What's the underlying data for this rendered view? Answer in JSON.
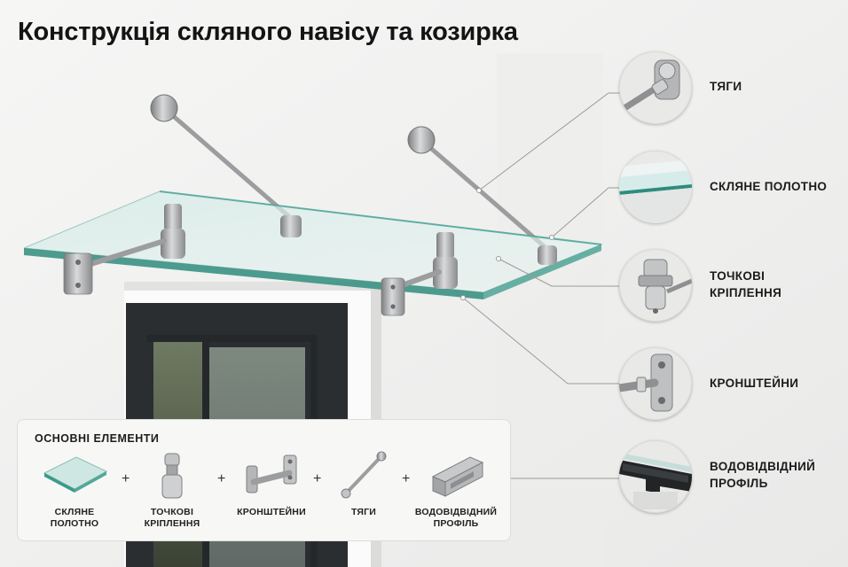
{
  "title": "Конструкція скляного навісу та козирка",
  "callouts": [
    {
      "icon": "tie-rod-icon",
      "label": "ТЯГИ"
    },
    {
      "icon": "glass-panel-icon",
      "label": "СКЛЯНЕ ПОЛОТНО"
    },
    {
      "icon": "point-fixing-icon",
      "label": "ТОЧКОВІ\nКРІПЛЕННЯ"
    },
    {
      "icon": "bracket-icon",
      "label": "КРОНШТЕЙНИ"
    },
    {
      "icon": "drain-profile-icon",
      "label": "ВОДОВІДВІДНИЙ\nПРОФІЛЬ"
    }
  ],
  "panel": {
    "title": "ОСНОВНІ ЕЛЕМЕНТИ",
    "separator": "+",
    "items": [
      {
        "icon": "glass-sheet-icon",
        "label": "СКЛЯНЕ\nПОЛОТНО"
      },
      {
        "icon": "point-fixing-icon",
        "label": "ТОЧКОВІ\nКРІПЛЕННЯ"
      },
      {
        "icon": "bracket-icon",
        "label": "КРОНШТЕЙНИ"
      },
      {
        "icon": "tie-rod-icon",
        "label": "ТЯГИ"
      },
      {
        "icon": "drain-profile-icon",
        "label": "ВОДОВІДВІДНИЙ\nПРОФІЛЬ"
      }
    ]
  },
  "colors": {
    "glass": "#bfe0da",
    "glass_edge": "#2f8c7d",
    "steel": "#a9aaab",
    "frame": "#2b2e31",
    "wall": "#f1f1f0"
  }
}
